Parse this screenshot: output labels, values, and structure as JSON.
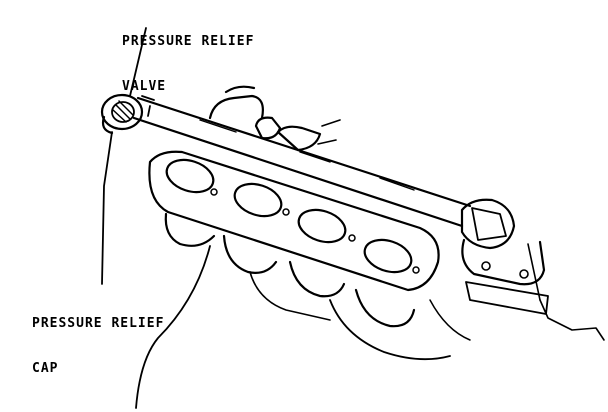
{
  "labels": {
    "valve_line1": "PRESSURE RELIEF",
    "valve_line2": "VALVE",
    "cap_line1": "PRESSURE RELIEF",
    "cap_line2": "CAP"
  },
  "colors": {
    "ink": "#000000",
    "paper": "#ffffff"
  }
}
